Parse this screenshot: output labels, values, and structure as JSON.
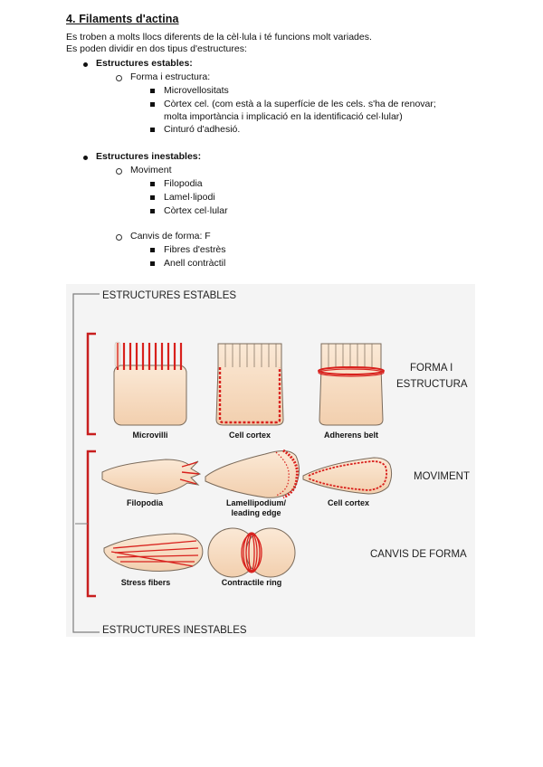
{
  "section_title": "4. Filaments d'actina",
  "intro_lines": [
    "Es troben a molts llocs diferents de la cèl·lula i té funcions molt variades.",
    "Es poden dividir en dos tipus d'estructures:"
  ],
  "stable": {
    "heading": "Estructures estables:",
    "sub": "Forma i estructura:",
    "items": [
      "Microvellositats",
      "Còrtex cel. (com està a la superfície de les cels. s'ha de renovar;",
      "molta importància i implicació en la identificació cel·lular)",
      "Cinturó d'adhesió."
    ]
  },
  "unstable": {
    "heading": "Estructures inestables:",
    "sub1": "Moviment",
    "items1": [
      "Filopodia",
      "Lamel·lipodi",
      "Còrtex cel·lular"
    ],
    "sub2": "Canvis de forma: F",
    "items2": [
      "Fibres d'estrès",
      "Anell contràctil"
    ]
  },
  "figure": {
    "top_label": "ESTRUCTURES ESTABLES",
    "bottom_label": "ESTRUCTURES INESTABLES",
    "group1_label_line1": "FORMA I",
    "group1_label_line2": "ESTRUCTURA",
    "group2_label": "MOVIMENT",
    "group3_label": "CANVIS DE FORMA",
    "captions": {
      "microvilli": "Microvilli",
      "cell_cortex_1": "Cell cortex",
      "adherens_belt": "Adherens belt",
      "filopodia": "Filopodia",
      "lamellipodium_1": "Lamellipodium/",
      "lamellipodium_2": "leading edge",
      "cell_cortex_2": "Cell cortex",
      "stress_fibers": "Stress fibers",
      "contractile_ring": "Contractile ring"
    },
    "colors": {
      "cell_fill": "#f6dcc3",
      "cell_stroke": "#7a6a5a",
      "actin_red": "#d8201c",
      "bracket_red": "#c81e1e",
      "bracket_gray": "#7d7d7d"
    }
  }
}
